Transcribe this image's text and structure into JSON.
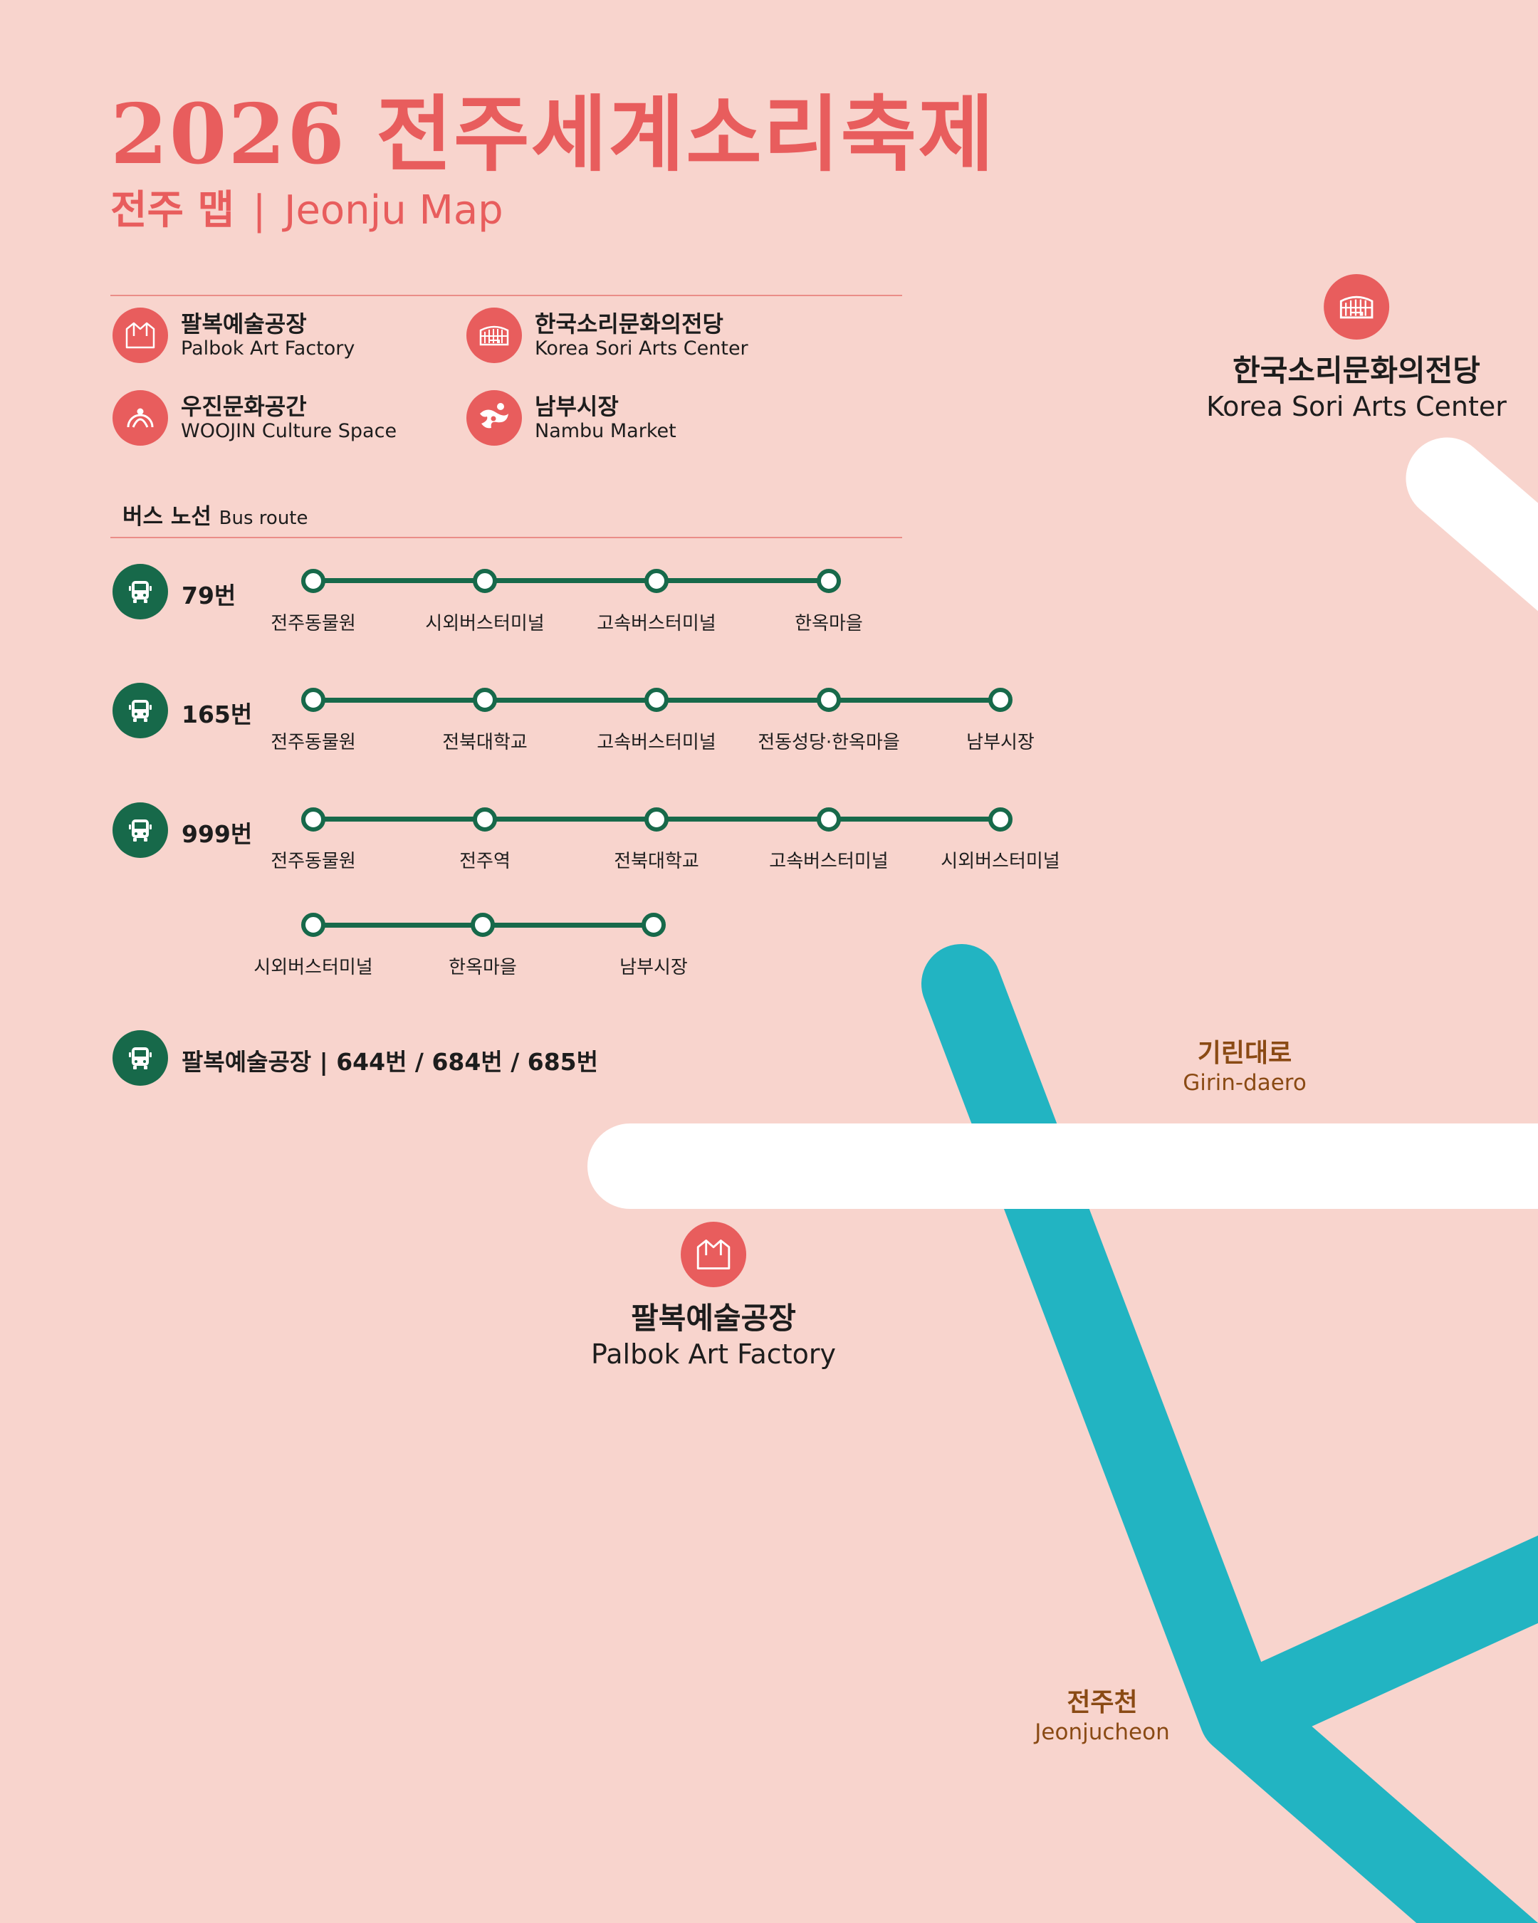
{
  "header": {
    "title": "2026 전주세계소리축제",
    "subtitle_ko": "전주 맵",
    "subtitle_sep": "|",
    "subtitle_en": "Jeonju Map"
  },
  "legend": [
    {
      "ko": "팔복예술공장",
      "en": "Palbok Art Factory",
      "icon": "house-icon"
    },
    {
      "ko": "한국소리문화의전당",
      "en": "Korea Sori Arts Center",
      "icon": "arena-icon"
    },
    {
      "ko": "우진문화공간",
      "en": "WOOJIN Culture Space",
      "icon": "figure-icon"
    },
    {
      "ko": "남부시장",
      "en": "Nambu Market",
      "icon": "market-logo-icon"
    }
  ],
  "bus_section": {
    "title_ko": "버스 노선",
    "title_en": "Bus route",
    "routes": [
      {
        "label": "79번",
        "stops": [
          "전주동물원",
          "시외버스터미널",
          "고속버스터미널",
          "한옥마을"
        ]
      },
      {
        "label": "165번",
        "stops": [
          "전주동물원",
          "전북대학교",
          "고속버스터미널",
          "전동성당·한옥마을",
          "남부시장"
        ]
      },
      {
        "label": "999번",
        "stops": [
          "전주동물원",
          "전주역",
          "전북대학교",
          "고속버스터미널",
          "시외버스터미널"
        ],
        "stops_continued": [
          "시외버스터미널",
          "한옥마을",
          "남부시장"
        ]
      }
    ],
    "palbok_routes": "팔복예술공장 | 644번 / 684번 / 685번"
  },
  "map": {
    "venues": {
      "sori": {
        "ko": "한국소리문화의전당",
        "en": "Korea Sori Arts Center"
      },
      "palbok": {
        "ko": "팔복예술공장",
        "en": "Palbok Art Factory"
      }
    },
    "roads": {
      "girin": {
        "ko": "기린대로",
        "en": "Girin-daero"
      },
      "jeonjucheon": {
        "ko": "전주천",
        "en": "Jeonjucheon"
      }
    }
  },
  "colors": {
    "background": "#f8d4cd",
    "accent": "#e85d5d",
    "bus_green": "#17694a",
    "river": "#22b4c2",
    "road": "#ffffff",
    "label_brown": "#8a4a14"
  }
}
